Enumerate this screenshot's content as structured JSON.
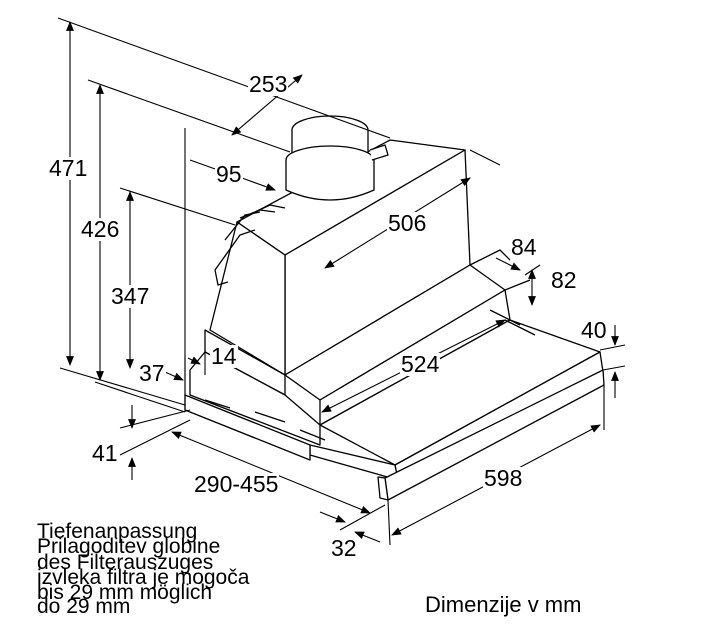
{
  "dimensions": {
    "height_total": "471",
    "height_without_top": "426",
    "height_chimney": "347",
    "offset_37": "37",
    "offset_41": "41",
    "depth_253": "253",
    "depth_95": "95",
    "width_506": "506",
    "depth_84": "84",
    "height_82": "82",
    "height_40": "40",
    "width_524": "524",
    "width_598": "598",
    "offset_14": "14",
    "depth_range": "290-455",
    "offset_32": "32"
  },
  "notes": {
    "german_line1": "Tiefenanpassung",
    "german_line2": "des Filterauszuges",
    "german_line3": "bis 29 mm möglich",
    "slovenian_line1": "Prilagoditev globine",
    "slovenian_line2": "izvleka filtra je mogoča",
    "slovenian_line3": "do 29 mm"
  },
  "caption": "Dimenzije v mm"
}
